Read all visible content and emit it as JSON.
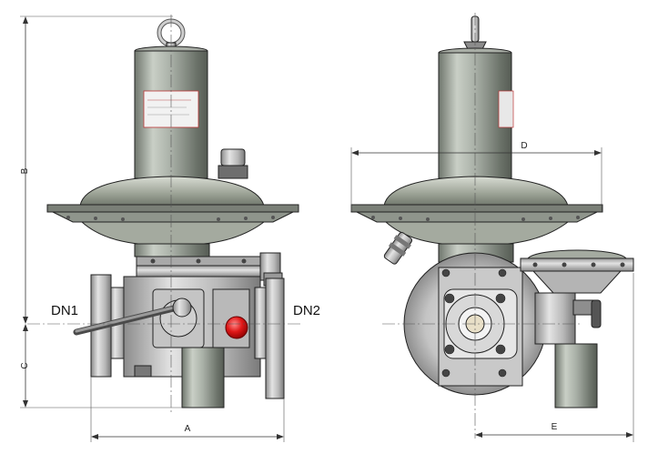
{
  "drawing": {
    "views": [
      "front-view",
      "side-view"
    ],
    "dimension_labels": {
      "A": "A",
      "B": "B",
      "C": "C",
      "D": "D",
      "E": "E"
    },
    "port_labels": {
      "inlet": "DN1",
      "outlet": "DN2"
    }
  }
}
